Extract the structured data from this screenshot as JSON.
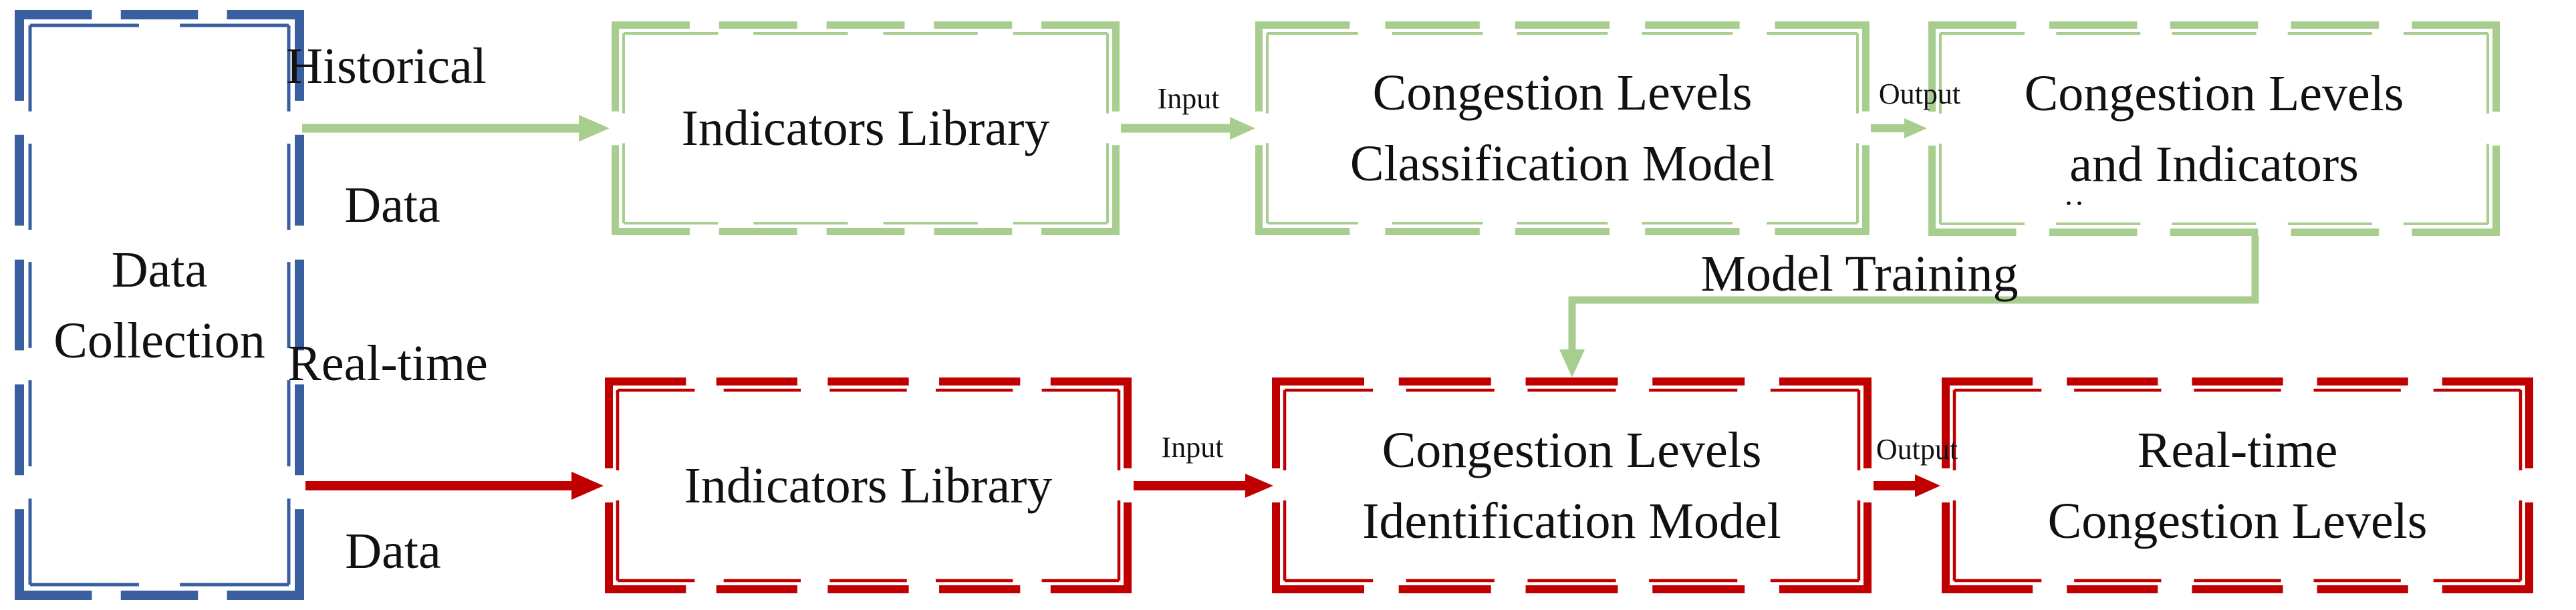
{
  "colors": {
    "blue": "#3A5FA0",
    "green": "#A8CE8F",
    "red": "#C00000",
    "text": "#111111"
  },
  "nodes": {
    "data_collection": {
      "line1": "Data",
      "line2": "Collection"
    },
    "indicators_library_historical": {
      "label": "Indicators Library"
    },
    "classification_model": {
      "line1": "Congestion Levels",
      "line2": "Classification Model"
    },
    "congestion_levels_indicators": {
      "line1": "Congestion Levels",
      "line2": "and Indicators",
      "artifact": ".."
    },
    "indicators_library_realtime": {
      "label": "Indicators Library"
    },
    "identification_model": {
      "line1": "Congestion Levels",
      "line2": "Identification Model"
    },
    "realtime_congestion_levels": {
      "line1": "Real-time",
      "line2": "Congestion Levels"
    }
  },
  "edge_labels": {
    "historical": {
      "line1": "Historical",
      "line2": "Data"
    },
    "realtime": {
      "line1": "Real-time",
      "line2": "Data"
    },
    "input_historical": "Input",
    "output_historical": "Output",
    "input_realtime": "Input",
    "output_realtime": "Output",
    "model_training": "Model Training"
  }
}
